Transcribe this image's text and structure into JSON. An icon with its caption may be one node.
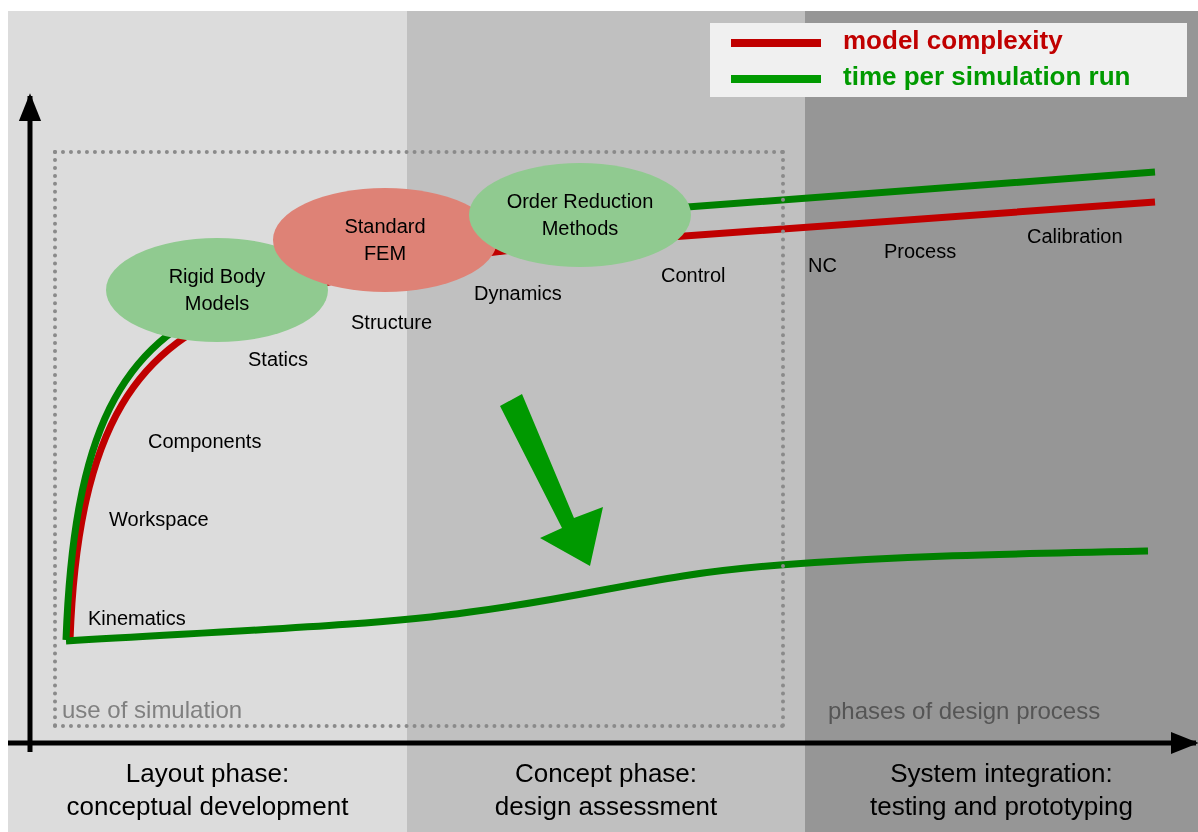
{
  "diagram": {
    "nodes": [
      {
        "text": [
          "use of simulation"
        ]
      },
      {
        "text": [
          "Rigid Body Models"
        ],
        "in": 0
      },
      {
        "text": [
          "Standard FEM"
        ],
        "in": 0
      },
      {
        "text": [
          "Order Reduction Methods"
        ],
        "in": 0
      }
    ],
    "edges": [],
    "labels": [
      "Control",
      "NC",
      "Process",
      "Calibration",
      "Dynamics",
      "Structure",
      "Statics",
      "Components",
      "Workspace",
      "Kinematics",
      "phases of design process",
      "Layout phase: conceptual development",
      "Concept phase: design assessment",
      "System integration: testing and prototyping"
    ],
    "legend": [
      {
        "text": "model complexity"
      },
      {
        "text": "time per simulation run"
      }
    ]
  }
}
